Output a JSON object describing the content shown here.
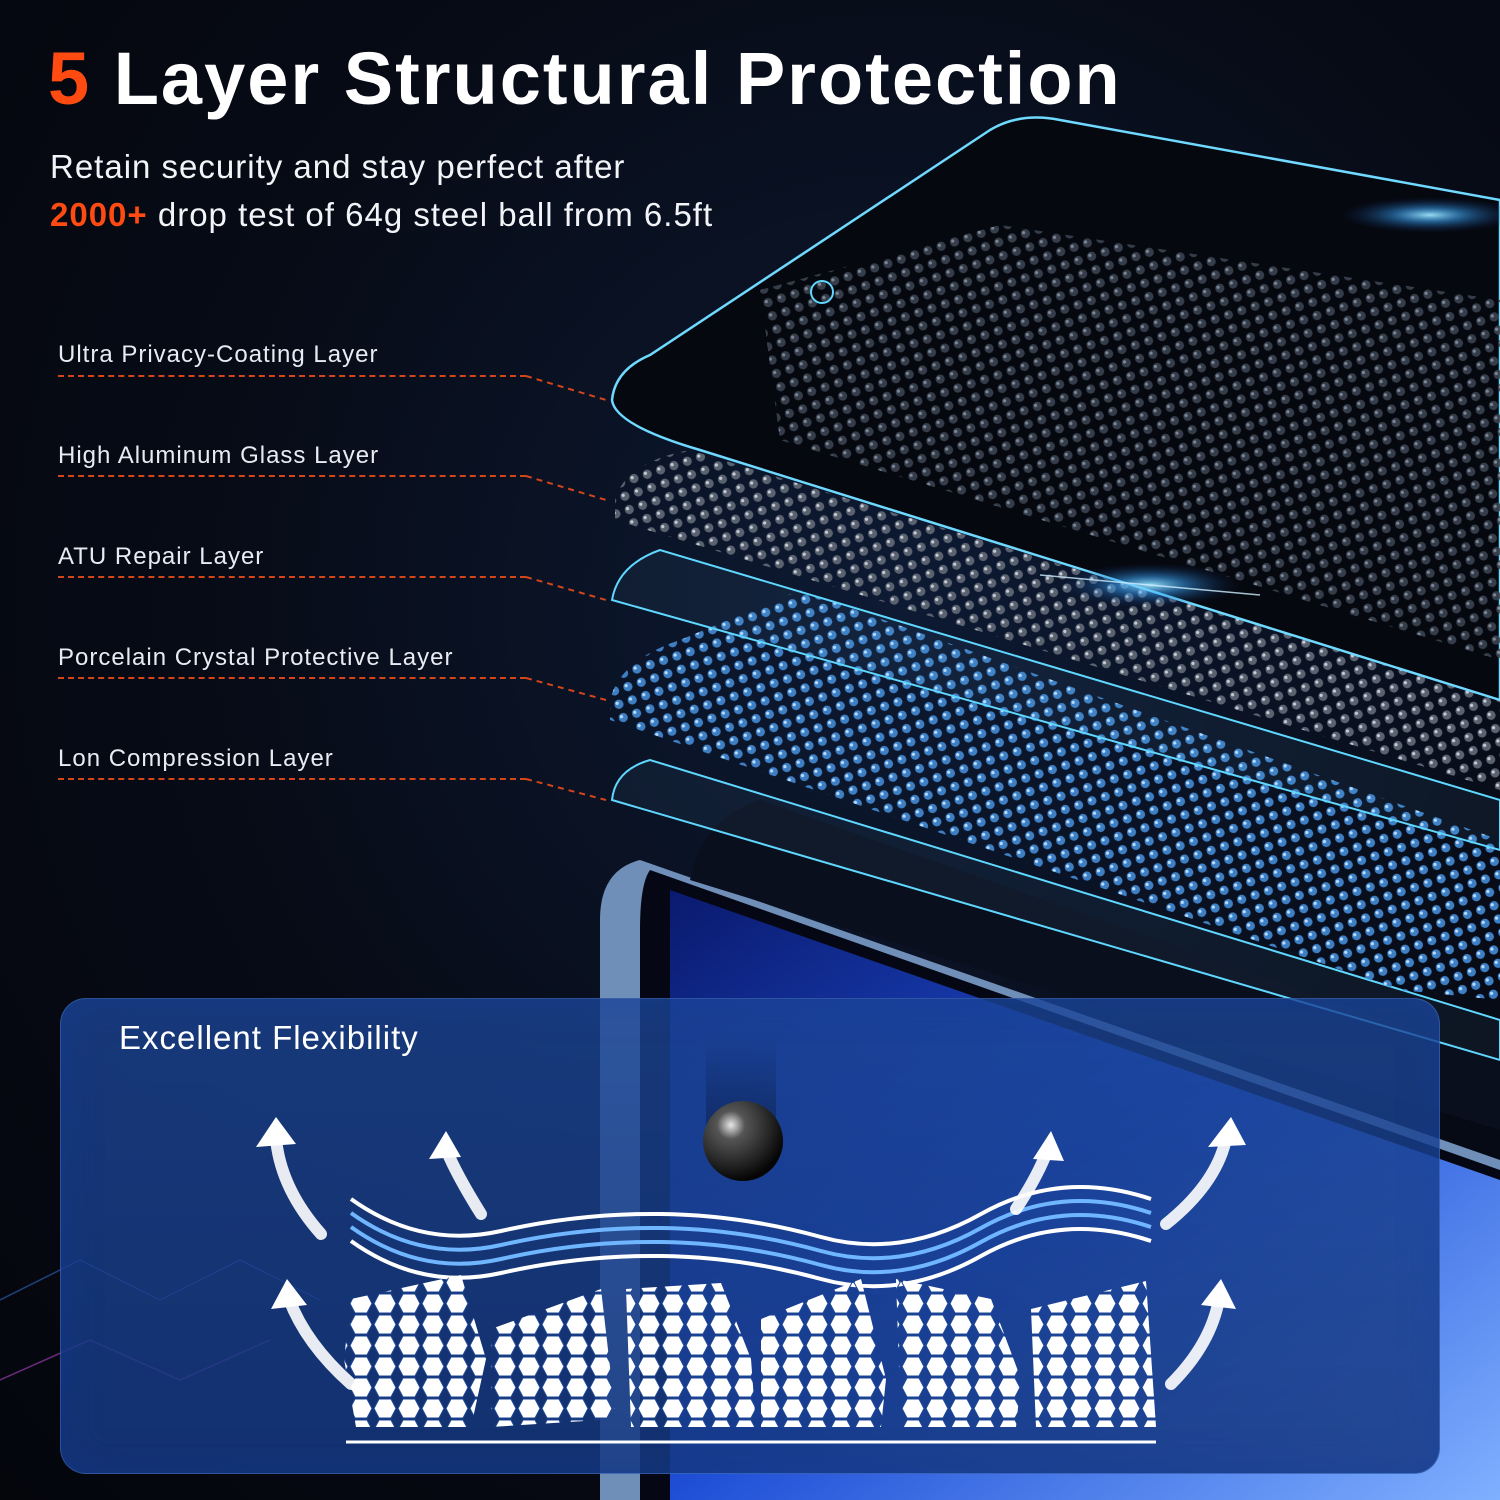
{
  "header": {
    "title_number": "5",
    "title_text": "Layer Structural Protection",
    "subtitle_line1": "Retain security and stay perfect after",
    "subtitle_highlight": "2000+",
    "subtitle_line2_rest": " drop test of 64g steel ball from 6.5ft"
  },
  "layers": [
    "Ultra Privacy-Coating Layer",
    "High Aluminum Glass Layer",
    "ATU Repair Layer",
    "Porcelain Crystal Protective Layer",
    "Lon Compression Layer"
  ],
  "flex_panel": {
    "title": "Excellent Flexibility"
  },
  "colors": {
    "accent": "#ff4a12",
    "background": "#070b16",
    "panel": "#1c4696",
    "glass_edge": "#5fd7ff",
    "dot_blue": "#4a8fd6"
  },
  "icons": [
    "steel-ball-icon",
    "arrow-up-icon",
    "wave-lines",
    "honeycomb-blocks"
  ]
}
